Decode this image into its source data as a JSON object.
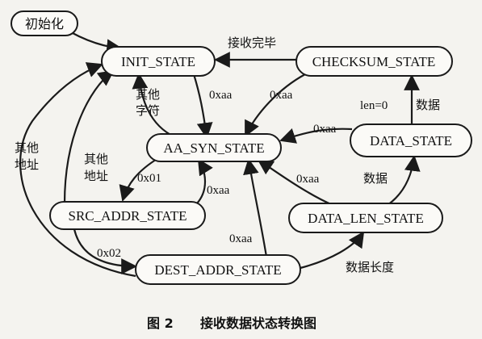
{
  "nodes": {
    "init": "初始化",
    "init_state": "INIT_STATE",
    "checksum_state": "CHECKSUM_STATE",
    "aa_syn_state": "AA_SYN_STATE",
    "data_state": "DATA_STATE",
    "src_addr_state": "SRC_ADDR_STATE",
    "data_len_state": "DATA_LEN_STATE",
    "dest_addr_state": "DEST_ADDR_STATE"
  },
  "edge_labels": {
    "recv_done": "接收完毕",
    "other_char_1": "其他",
    "other_char_2": "字符",
    "init_to_aa": "0xaa",
    "checksum_to_aa": "0xaa",
    "len0": "len=0",
    "data_upward": "数据",
    "data_to_aa": "0xaa",
    "other_addr_outer_1": "其他",
    "other_addr_outer_2": "地址",
    "other_addr_inner_1": "其他",
    "other_addr_inner_2": "地址",
    "aa_to_src": "0x01",
    "src_to_aa": "0xaa",
    "datalen_to_aa": "0xaa",
    "datalen_to_data": "数据",
    "dest_to_aa": "0xaa",
    "src_to_dest": "0x02",
    "dest_to_datalen": "数据长度"
  },
  "caption": {
    "figure_no": "图 2",
    "title": "接收数据状态转换图"
  }
}
